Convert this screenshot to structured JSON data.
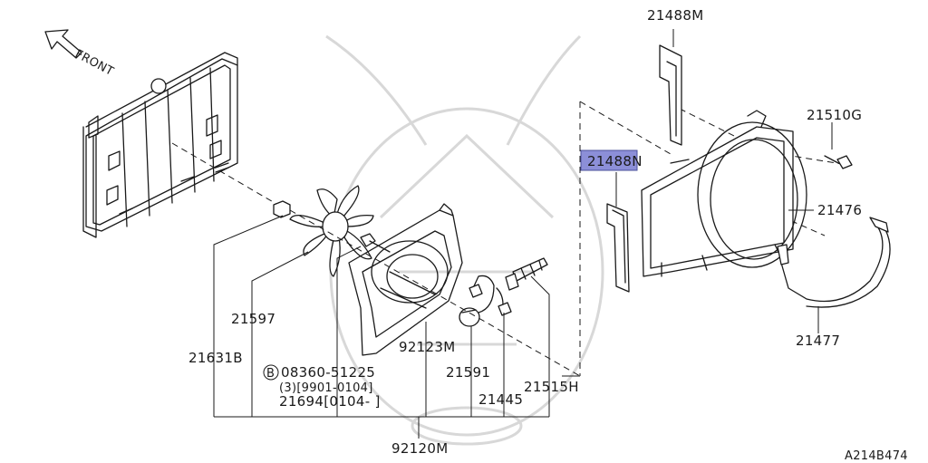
{
  "front_label": "FRONT",
  "diagram_code": "A214B474",
  "highlight_color": "#8c8fd8",
  "labels": {
    "p21488M": "21488M",
    "p21510G": "21510G",
    "p21488N": "21488N",
    "p21476": "21476",
    "p21477": "21477",
    "p21597": "21597",
    "p21631B": "21631B",
    "p92123M": "92123M",
    "p21591": "21591",
    "p21445": "21445",
    "p21515H": "21515H",
    "p92120M": "92120M",
    "bolt_circle": "B",
    "bolt_number": "08360-51225",
    "bolt_qty": "(3)[9901-0104]",
    "p21694": "21694[0104-    ]"
  }
}
